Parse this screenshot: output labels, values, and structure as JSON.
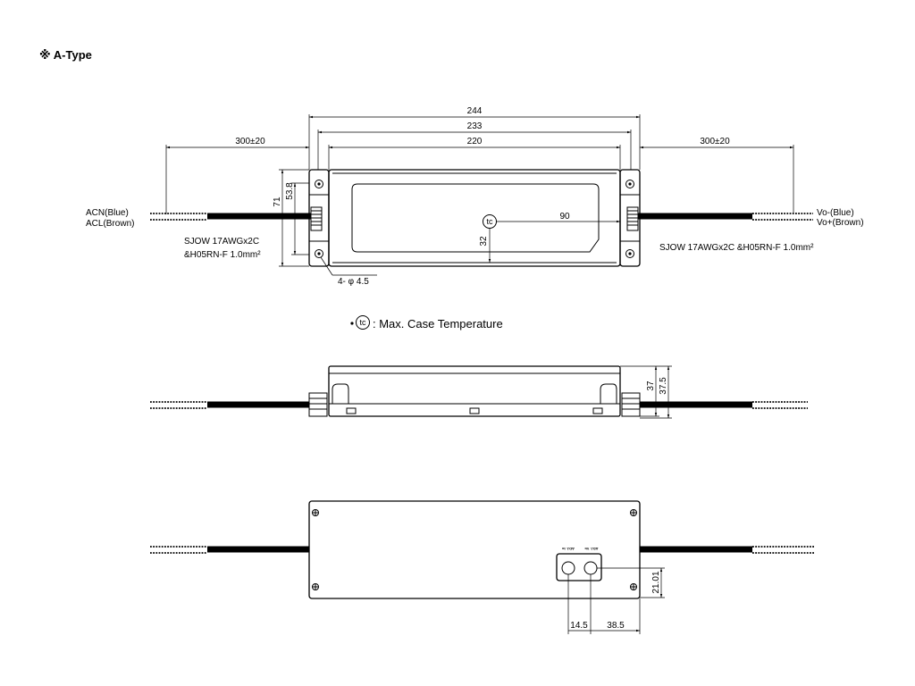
{
  "heading": "※ A-Type",
  "colors": {
    "ink": "#000000",
    "background": "#ffffff"
  },
  "top_view": {
    "dims": {
      "overall": "244",
      "mount_pitch": "233",
      "body": "220",
      "lead_left": "300±20",
      "lead_right": "300±20",
      "height": "71",
      "mount_height": "53.8",
      "tc_x": "90",
      "tc_y": "32"
    },
    "tc_symbol": "tc",
    "hole_note": "4- φ 4.5",
    "input_wire_1": "ACN(Blue)",
    "input_wire_2": "ACL(Brown)",
    "output_wire_1": "Vo-(Blue)",
    "output_wire_2": "Vo+(Brown)",
    "input_cable_spec_1": "SJOW 17AWGx2C",
    "input_cable_spec_2": "&H05RN-F 1.0mm²",
    "output_cable_spec": "SJOW 17AWGx2C &H05RN-F 1.0mm²"
  },
  "legend": {
    "symbol": "tc",
    "text": ": Max. Case Temperature"
  },
  "side_view": {
    "dims": {
      "height_body": "37",
      "height_total": "37.5"
    }
  },
  "bottom_view": {
    "adj_label_1": "ADJ. Io",
    "adj_label_2": "ADJ. Vo",
    "dims": {
      "pot_y": "21.01",
      "pot_x1": "14.5",
      "pot_x2": "38.5"
    }
  }
}
